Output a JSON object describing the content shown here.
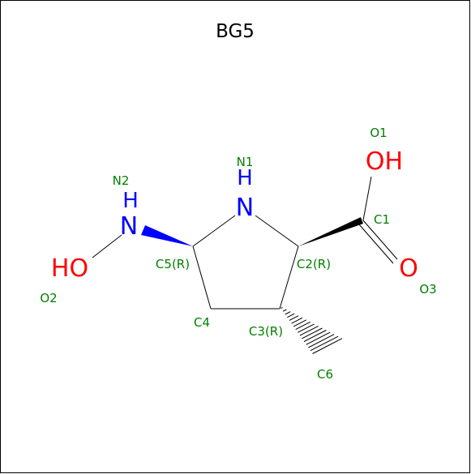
{
  "title": "BG5",
  "colors": {
    "nitrogen": "#0000ff",
    "oxygen": "#ff0000",
    "label": "#008000",
    "bond": "#000000"
  },
  "atoms": {
    "n1": "N",
    "n1_h": "H",
    "n2": "N",
    "n2_h": "H",
    "o1": "OH",
    "o2": "HO",
    "o3": "O"
  },
  "labels": {
    "n1": "N1",
    "n2": "N2",
    "o1": "O1",
    "o2": "O2",
    "o3": "O3",
    "c1": "C1",
    "c2": "C2(R)",
    "c3": "C3(R)",
    "c4": "C4",
    "c5": "C5(R)",
    "c6": "C6"
  }
}
